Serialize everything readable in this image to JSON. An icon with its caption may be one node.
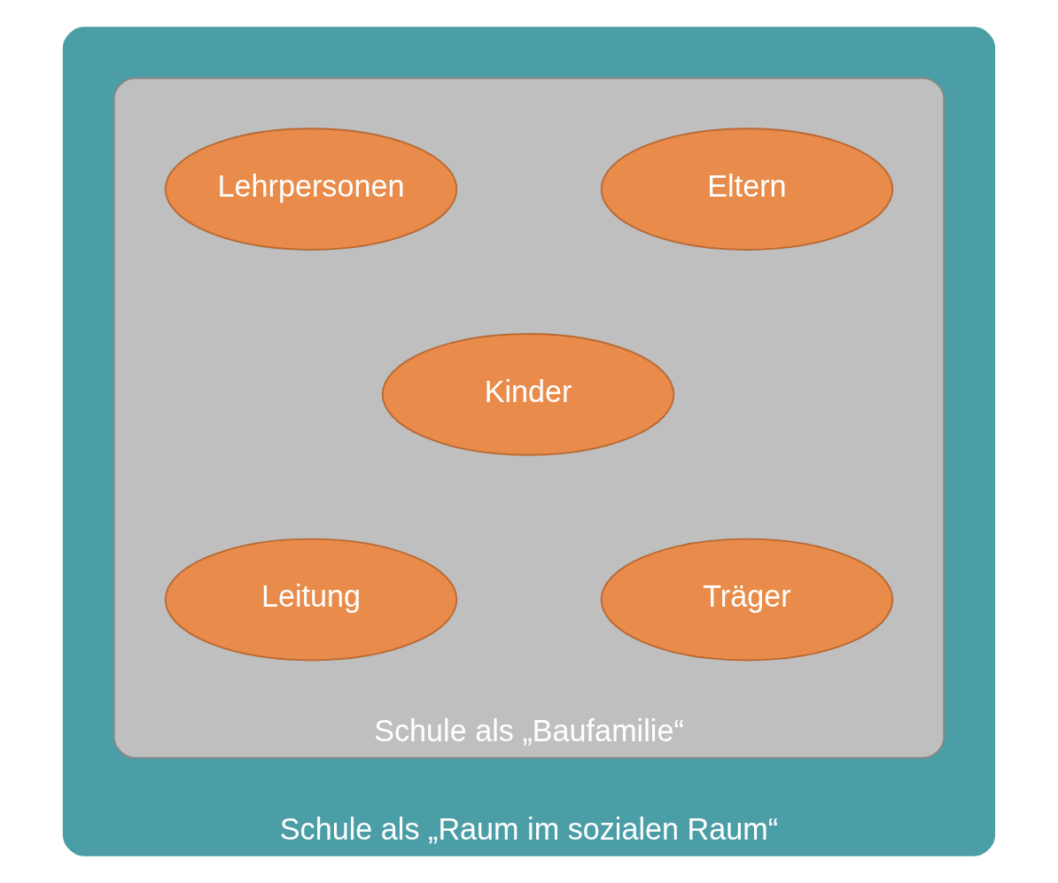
{
  "diagram": {
    "nodes": [
      {
        "text": [
          "Schule als „Raum im sozialen Raum“"
        ]
      },
      {
        "text": [
          "Schule als „Baufamilie“"
        ],
        "in": 0
      },
      {
        "text": [
          "Lehrpersonen"
        ],
        "in": 1
      },
      {
        "text": [
          "Eltern"
        ],
        "in": 1
      },
      {
        "text": [
          "Kinder"
        ],
        "in": 1
      },
      {
        "text": [
          "Leitung"
        ],
        "in": 1
      },
      {
        "text": [
          "Träger"
        ],
        "in": 1
      }
    ]
  }
}
